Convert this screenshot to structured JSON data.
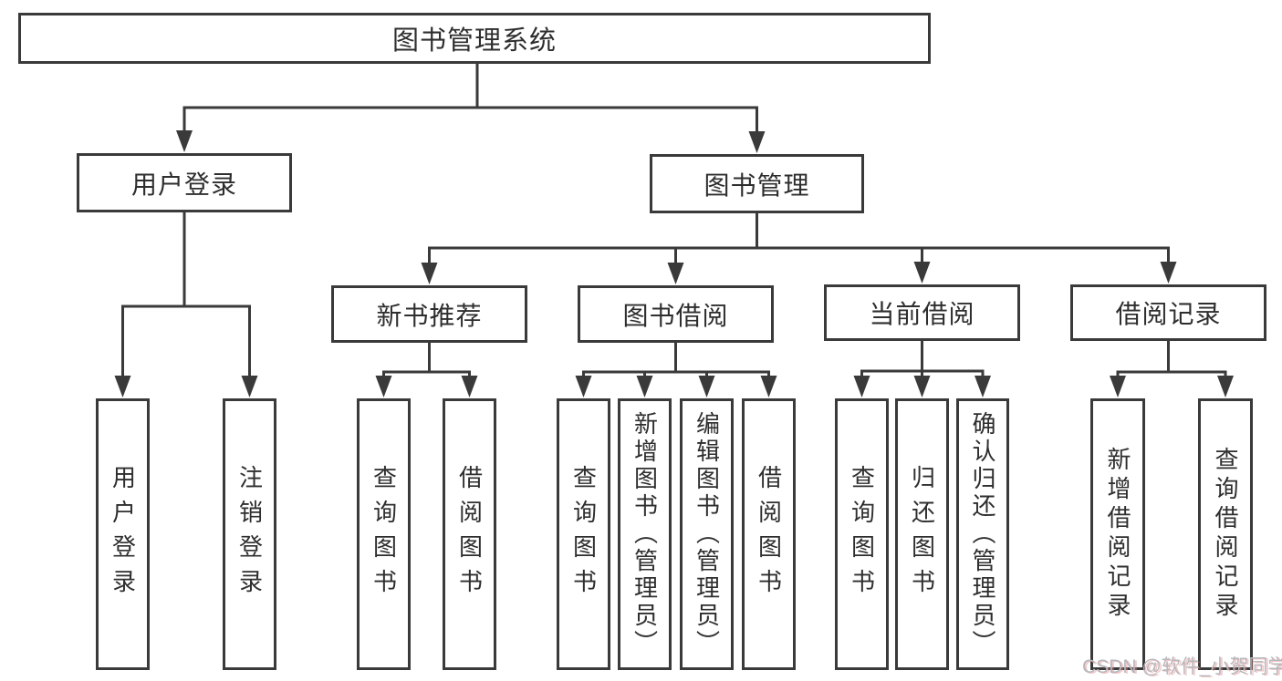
{
  "diagram": {
    "root": {
      "label": "图书管理系统"
    },
    "level2": [
      {
        "label": "用户登录"
      },
      {
        "label": "图书管理"
      }
    ],
    "level3": [
      {
        "label": "新书推荐"
      },
      {
        "label": "图书借阅"
      },
      {
        "label": "当前借阅"
      },
      {
        "label": "借阅记录"
      }
    ],
    "leaves": [
      {
        "label": "用户登录"
      },
      {
        "label": "注销登录"
      },
      {
        "label": "查询图书"
      },
      {
        "label": "借阅图书"
      },
      {
        "label": "查询图书"
      },
      {
        "label": "新增图书（管理员）"
      },
      {
        "label": "编辑图书（管理员）"
      },
      {
        "label": "借阅图书"
      },
      {
        "label": "查询图书"
      },
      {
        "label": "归还图书"
      },
      {
        "label": "确认归还（管理员）"
      },
      {
        "label": "新增借阅记录"
      },
      {
        "label": "查询借阅记录"
      }
    ]
  },
  "watermark": {
    "text": "CSDN @软件_小贺同学"
  },
  "colors": {
    "line": "#3a3a3a",
    "text": "#2e2e2e",
    "background": "#ffffff",
    "watermark": "#b4b8bd",
    "watermark_shadow": "#eb8282"
  }
}
